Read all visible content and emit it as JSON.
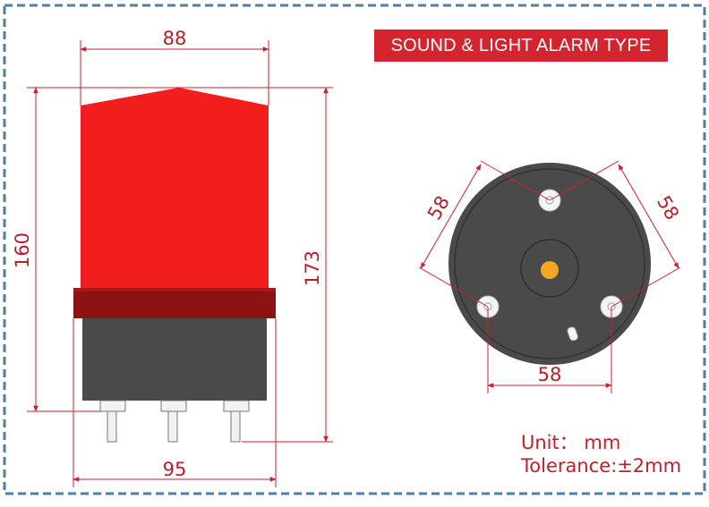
{
  "title": "SOUND & LIGHT ALARM TYPE",
  "unit_text": "Unit： mm",
  "tolerance_text": "Tolerance:±2mm",
  "dimensions": {
    "top_width": "88",
    "bottom_width": "95",
    "height_body": "160",
    "height_total": "173",
    "hole_spacing_left": "58",
    "hole_spacing_right": "58",
    "hole_spacing_bottom": "58"
  },
  "colors": {
    "dimension_line": "#d3252f",
    "dome": "#f11d1d",
    "base": "#4a4a4a",
    "light": "#f5a623",
    "frame": "#5a86a8"
  }
}
